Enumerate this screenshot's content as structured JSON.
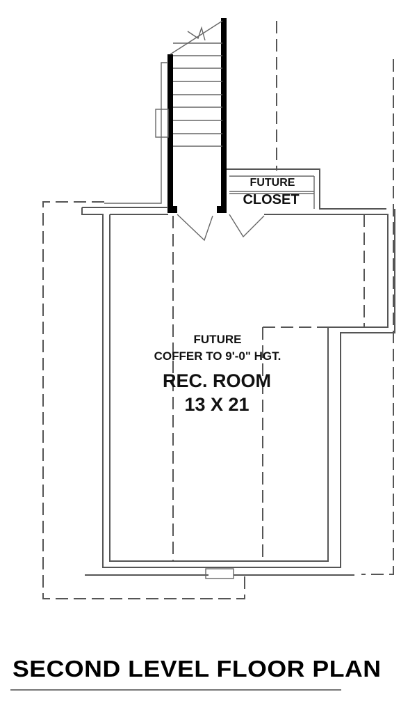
{
  "drawing": {
    "title": "SECOND LEVEL FLOOR PLAN",
    "rooms": {
      "closet": {
        "line1": "FUTURE",
        "line2": "CLOSET"
      },
      "rec_room": {
        "note_line1": "FUTURE",
        "note_line2": "COFFER TO 9'-0\" HGT.",
        "name": "REC. ROOM",
        "dimensions": "13 X 21"
      }
    },
    "colors": {
      "background": "#ffffff",
      "line": "#555555",
      "wall_heavy": "#000000",
      "text": "#111111"
    }
  }
}
